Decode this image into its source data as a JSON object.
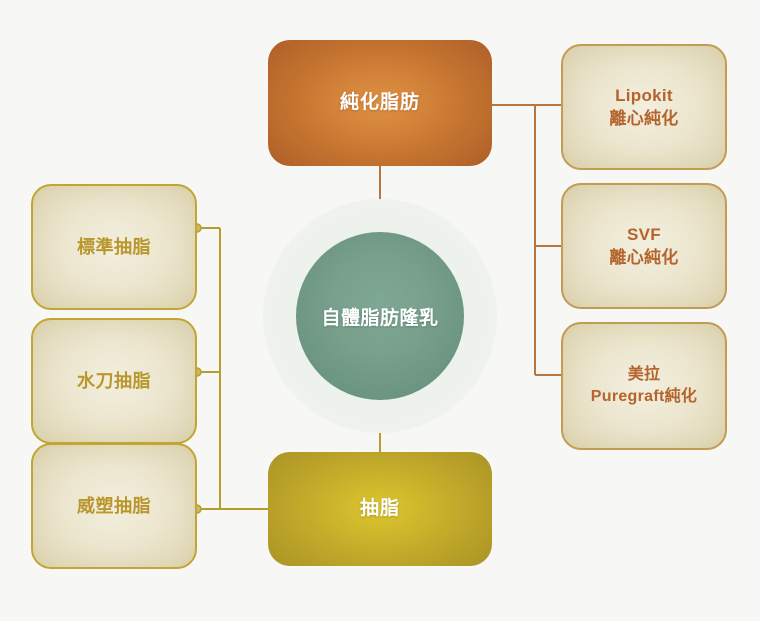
{
  "diagram": {
    "title": "自體脂肪隆乳",
    "colors": {
      "background": "#f7f7f5",
      "center_fill": "#6d9683",
      "halo": "#eef2ec",
      "purify_fill": "#c4742f",
      "lipo_fill": "#bfa72a",
      "cream_fill": "#ece6cf",
      "left_border": "#c3a533",
      "left_text": "#b9972d",
      "right_border": "#c39b53",
      "right_text": "#b4642c",
      "connector_right": "#b4773f",
      "connector_left": "#b89c2c"
    }
  },
  "center": {
    "label": "自體脂肪隆乳"
  },
  "branches": {
    "purify": {
      "label": "純化脂肪",
      "children": [
        {
          "line1": "Lipokit",
          "line2": "離心純化"
        },
        {
          "line1": "SVF",
          "line2": "離心純化"
        },
        {
          "line1": "美拉",
          "line2": "Puregraft純化"
        }
      ]
    },
    "liposuction": {
      "label": "抽脂",
      "children": [
        {
          "label": "標準抽脂"
        },
        {
          "label": "水刀抽脂"
        },
        {
          "label": "威塑抽脂"
        }
      ]
    }
  }
}
